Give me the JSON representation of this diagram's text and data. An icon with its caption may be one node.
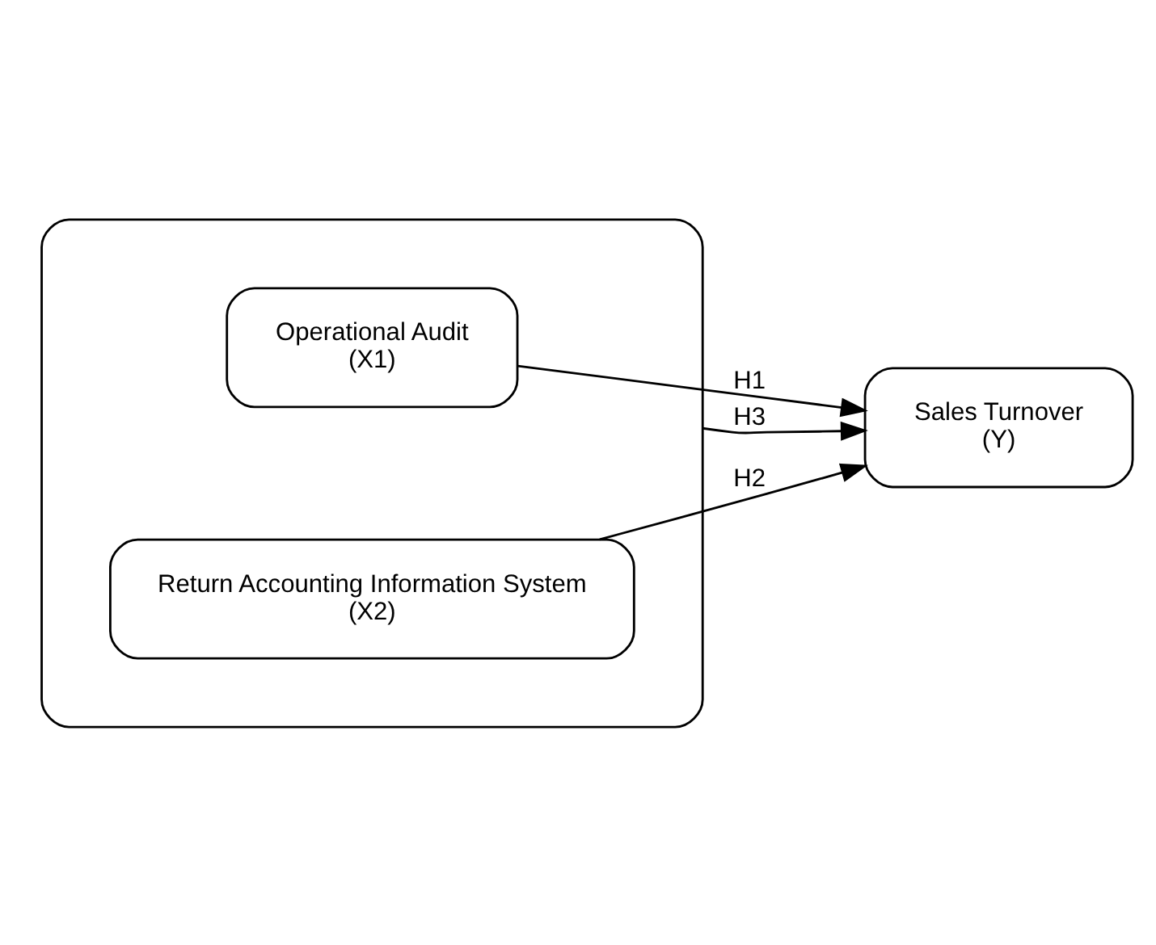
{
  "diagram": {
    "nodes": [
      {
        "text": [],
        "shape": "box"
      },
      {
        "text": [
          "Operational Audit",
          "(X1)"
        ],
        "in": 0
      },
      {
        "text": [
          "Return Accounting Information System",
          "(X2)"
        ],
        "in": 0
      },
      {
        "text": [
          "Sales Turnover",
          "(Y)"
        ]
      }
    ],
    "edges": [
      {
        "from": 1,
        "to": 3,
        "arrow": "to",
        "label": "H1"
      },
      {
        "from": 2,
        "to": 3,
        "arrow": "to",
        "label": "H2"
      },
      {
        "from": 0,
        "to": 3,
        "arrow": "to",
        "label": "H3"
      }
    ]
  }
}
